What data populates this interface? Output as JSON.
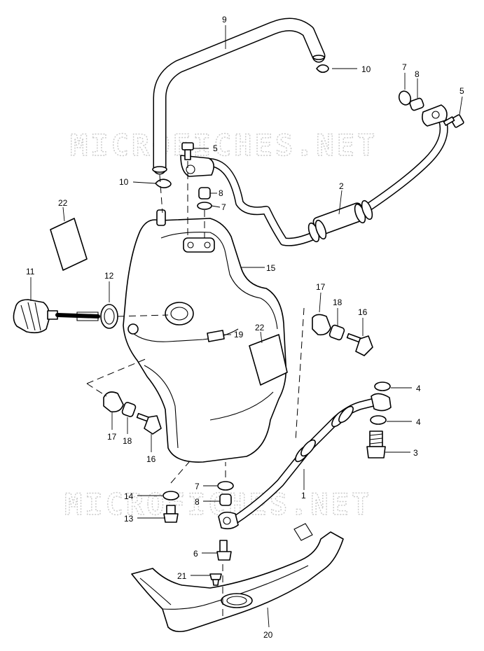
{
  "watermark": "MICROFICHES.NET",
  "colors": {
    "line": "#000000",
    "background": "#ffffff",
    "watermark": "#c9c9c9"
  },
  "callouts": [
    {
      "id": "c9",
      "label": "9"
    },
    {
      "id": "c10a",
      "label": "10"
    },
    {
      "id": "c7a",
      "label": "7"
    },
    {
      "id": "c8a",
      "label": "8"
    },
    {
      "id": "c5a",
      "label": "5"
    },
    {
      "id": "c5b",
      "label": "5"
    },
    {
      "id": "c10b",
      "label": "10"
    },
    {
      "id": "c8b",
      "label": "8"
    },
    {
      "id": "c7b",
      "label": "7"
    },
    {
      "id": "c2",
      "label": "2"
    },
    {
      "id": "c22a",
      "label": "22"
    },
    {
      "id": "c15",
      "label": "15"
    },
    {
      "id": "c11",
      "label": "11"
    },
    {
      "id": "c12",
      "label": "12"
    },
    {
      "id": "c17a",
      "label": "17"
    },
    {
      "id": "c18a",
      "label": "18"
    },
    {
      "id": "c16a",
      "label": "16"
    },
    {
      "id": "c19",
      "label": "19"
    },
    {
      "id": "c22b",
      "label": "22"
    },
    {
      "id": "c4a",
      "label": "4"
    },
    {
      "id": "c4b",
      "label": "4"
    },
    {
      "id": "c3",
      "label": "3"
    },
    {
      "id": "c17b",
      "label": "17"
    },
    {
      "id": "c18b",
      "label": "18"
    },
    {
      "id": "c16b",
      "label": "16"
    },
    {
      "id": "c1",
      "label": "1"
    },
    {
      "id": "c7c",
      "label": "7"
    },
    {
      "id": "c14",
      "label": "14"
    },
    {
      "id": "c8c",
      "label": "8"
    },
    {
      "id": "c13",
      "label": "13"
    },
    {
      "id": "c6",
      "label": "6"
    },
    {
      "id": "c21",
      "label": "21"
    },
    {
      "id": "c20",
      "label": "20"
    }
  ]
}
